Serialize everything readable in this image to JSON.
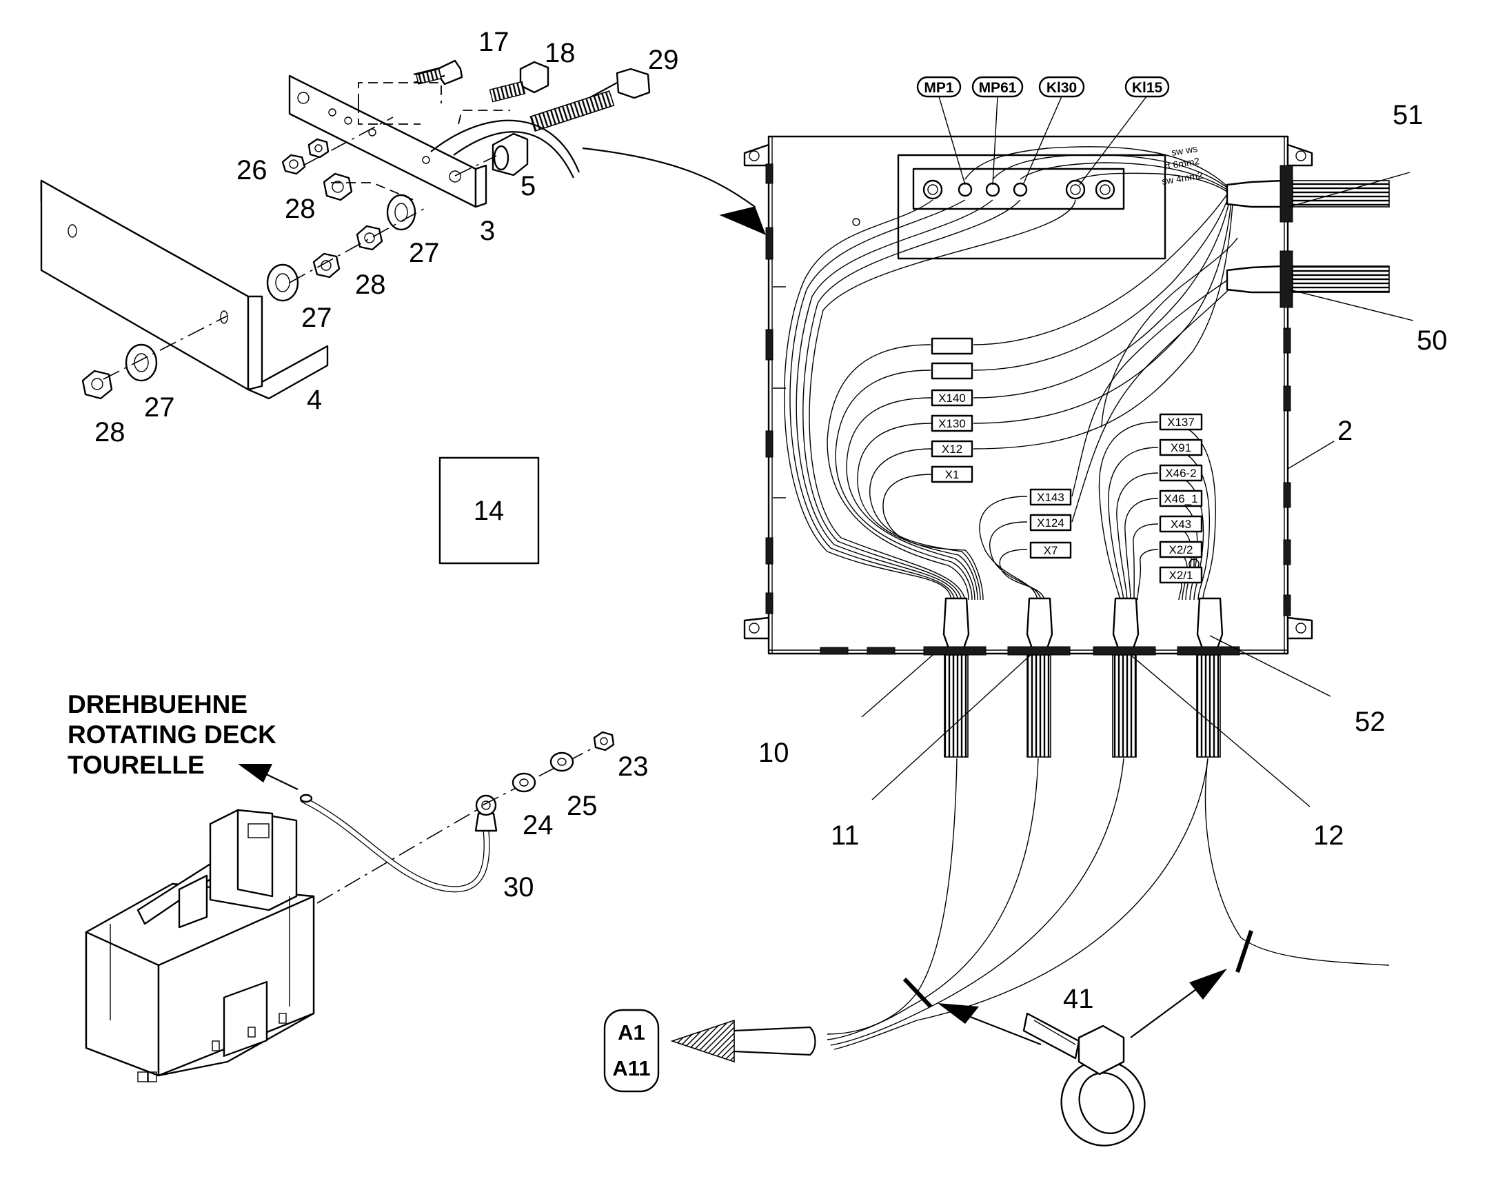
{
  "deck_label": [
    "DREHBUEHNE",
    "ROTATING DECK",
    "TOURELLE"
  ],
  "box_label": "14",
  "terminal_tags": [
    "MP1",
    "MP61",
    "Kl30",
    "Kl15"
  ],
  "wire_notes": [
    "sw ws",
    "rt 6mm2",
    "sw 4mm2"
  ],
  "connectors_left": [
    "",
    "",
    "X140",
    "X130",
    "X12",
    "X1"
  ],
  "connectors_mid": [
    "X143",
    "X124",
    "X7"
  ],
  "connectors_right": [
    "X137",
    "X91",
    "X46-2",
    "X46_1",
    "X43",
    "X2/2",
    "X2/1"
  ],
  "target_refs": [
    "A1",
    "A11"
  ],
  "part_numbers": {
    "p17": "17",
    "p18": "18",
    "p29": "29",
    "p26": "26",
    "p5": "5",
    "p28a": "28",
    "p3": "3",
    "p27a": "27",
    "p28b": "28",
    "p27b": "27",
    "p27c": "27",
    "p4": "4",
    "p28c": "28",
    "p51": "51",
    "p50": "50",
    "p2": "2",
    "p10": "10",
    "p11": "11",
    "p12": "12",
    "p52": "52",
    "p23": "23",
    "p24": "24",
    "p25": "25",
    "p30": "30",
    "p41": "41"
  }
}
